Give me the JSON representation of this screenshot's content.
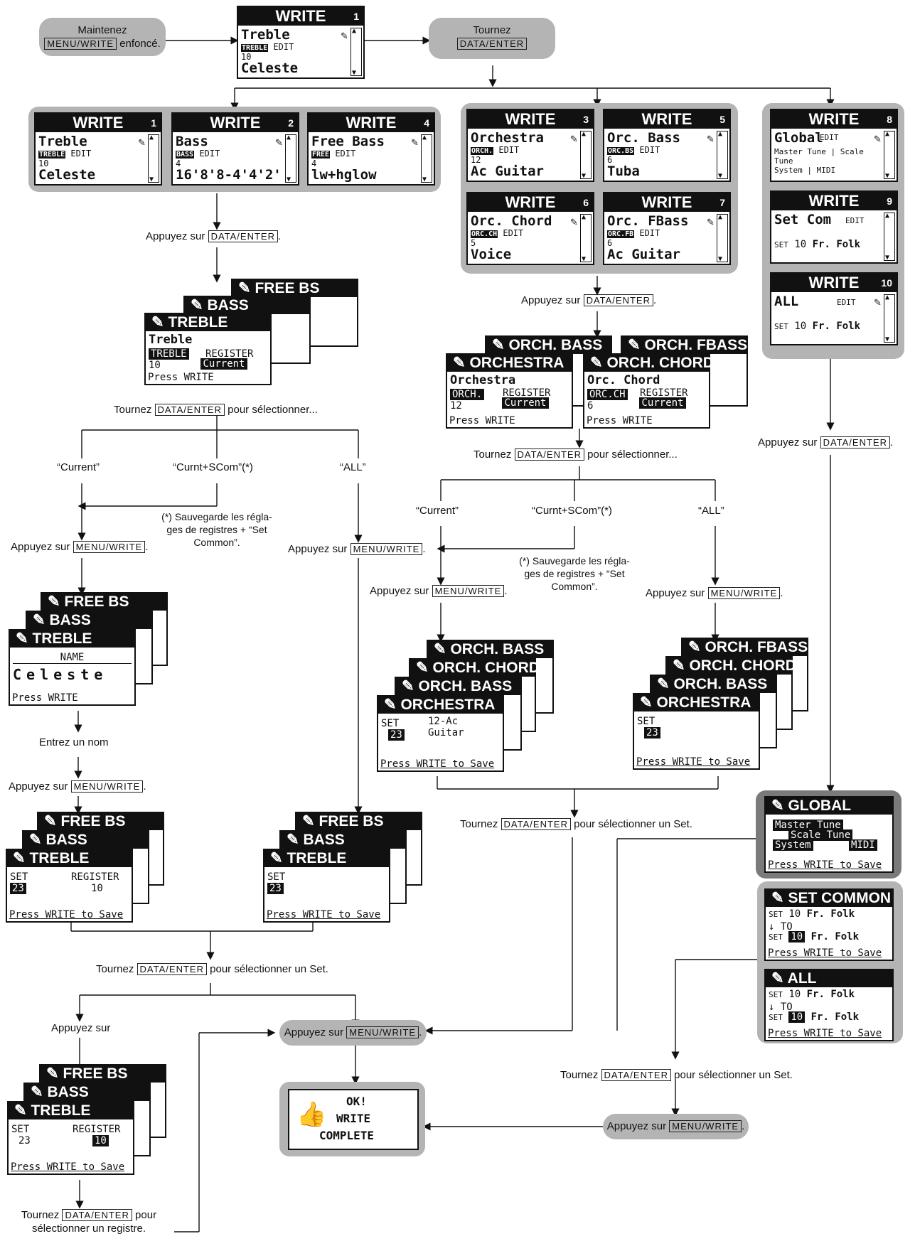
{
  "keys": {
    "menu_write": "MENU/WRITE",
    "data_enter": "DATA/ENTER"
  },
  "start": {
    "line1": "Maintenez",
    "line2_suffix": "enfoncé."
  },
  "turn_top": {
    "line1": "Tournez"
  },
  "write_screen_1": {
    "title": "WRITE",
    "num": "1",
    "name": "Treble",
    "tag": "TREBLE",
    "tag_num": "10",
    "edit": "EDIT",
    "sound": "Celeste"
  },
  "write_screens_left": [
    {
      "title": "WRITE",
      "num": "1",
      "name": "Treble",
      "tag": "TREBLE",
      "tag_num": "10",
      "edit": "EDIT",
      "sound": "Celeste"
    },
    {
      "title": "WRITE",
      "num": "2",
      "name": "Bass",
      "tag": "BASS",
      "tag_num": "4",
      "edit": "EDIT",
      "sound": "16'8'8-4'4'2'"
    },
    {
      "title": "WRITE",
      "num": "4",
      "name": "Free Bass",
      "tag": "FREE",
      "tag_num": "4",
      "edit": "EDIT",
      "sound": "lw+hglow"
    }
  ],
  "write_screens_mid": [
    {
      "title": "WRITE",
      "num": "3",
      "name": "Orchestra",
      "tag": "ORCH.",
      "tag_num": "12",
      "edit": "EDIT",
      "sound": "Ac Guitar"
    },
    {
      "title": "WRITE",
      "num": "5",
      "name": "Orc. Bass",
      "tag": "ORC.BS",
      "tag_num": "6",
      "edit": "EDIT",
      "sound": "Tuba"
    },
    {
      "title": "WRITE",
      "num": "6",
      "name": "Orc. Chord",
      "tag": "ORC.CH",
      "tag_num": "5",
      "edit": "EDIT",
      "sound": "Voice"
    },
    {
      "title": "WRITE",
      "num": "7",
      "name": "Orc. FBass",
      "tag": "ORC.FB",
      "tag_num": "6",
      "edit": "EDIT",
      "sound": "Ac Guitar"
    }
  ],
  "write_screens_right": [
    {
      "title": "WRITE",
      "num": "8",
      "name": "Global",
      "edit": "EDIT",
      "opts": [
        "Master Tune",
        "Scale Tune",
        "System",
        "MIDI"
      ]
    },
    {
      "title": "WRITE",
      "num": "9",
      "name": "Set Com",
      "edit": "EDIT",
      "set_label": "SET",
      "set_value": "10",
      "set_name": "Fr. Folk"
    },
    {
      "title": "WRITE",
      "num": "10",
      "name": "ALL",
      "edit": "EDIT",
      "set_label": "SET",
      "set_value": "10",
      "set_name": "Fr. Folk"
    }
  ],
  "labels": {
    "press": "Appuyez sur",
    "turn": "Tournez",
    "select": "pour sélectionner...",
    "select_set": "pour sélectionner un Set.",
    "select_reg_1": "pour",
    "select_reg_2": "sélectionner un registre.",
    "enter_name": "Entrez un nom",
    "opt_current": "“Current”",
    "opt_curnt": "“Curnt+SCom”(*)",
    "opt_all": "“ALL”",
    "note_1": "(*) Sauvegarde les régla-",
    "note_2": "ges de registres + “Set",
    "note_3": "Common”."
  },
  "left_stack": {
    "titles": [
      "FREE BS",
      "BASS",
      "TREBLE"
    ],
    "name": "Treble",
    "tag": "TREBLE",
    "tag_num": "10",
    "register": "REGISTER",
    "current": "Current",
    "press": "Press WRITE"
  },
  "mid_stack": {
    "titles": [
      "ORCH. BASS",
      "ORCH. FBASS",
      "ORCHESTRA",
      "ORCH. CHORD"
    ],
    "name1": "Orchestra",
    "tag1": "ORCH.",
    "tag1_num": "12",
    "name2": "Orc. Chord",
    "tag2": "ORC.CH",
    "tag2_num": "6",
    "register": "REGISTER",
    "current": "Current",
    "press": "Press WRITE"
  },
  "name_stack": {
    "titles": [
      "FREE BS",
      "BASS",
      "TREBLE"
    ],
    "name_label": "NAME",
    "name_value": "Celeste",
    "press": "Press WRITE"
  },
  "set_stack_a": {
    "titles": [
      "FREE BS",
      "BASS",
      "TREBLE"
    ],
    "set": "SET",
    "set_value": "23",
    "register": "REGISTER",
    "reg_value": "10",
    "press": "Press WRITE to Save"
  },
  "set_stack_b": {
    "titles": [
      "FREE BS",
      "BASS",
      "TREBLE"
    ],
    "set": "SET",
    "set_value": "23",
    "press": "Press WRITE to Save"
  },
  "set_stack_c": {
    "titles": [
      "FREE BS",
      "BASS",
      "TREBLE"
    ],
    "set": "SET",
    "set_value": "23",
    "register": "REGISTER",
    "reg_value": "10",
    "press": "Press WRITE to Save"
  },
  "orch_stack_a": {
    "titles": [
      "ORCH. BASS",
      "ORCH. CHORD",
      "ORCH. BASS",
      "ORCHESTRA"
    ],
    "set": "SET",
    "set_value": "23",
    "sound": "12-Ac Guitar",
    "press": "Press WRITE to Save"
  },
  "orch_stack_b": {
    "titles": [
      "ORCH. FBASS",
      "ORCH. CHORD",
      "ORCH. BASS",
      "ORCHESTRA"
    ],
    "set": "SET",
    "set_value": "23",
    "press": "Press WRITE to Save"
  },
  "global_screen": {
    "title": "GLOBAL",
    "opts": [
      "Master Tune",
      "Scale Tune",
      "System",
      "MIDI"
    ],
    "press": "Press WRITE to Save"
  },
  "setcommon_screen": {
    "title": "SET COMMON",
    "set_label": "SET",
    "set_from": "10",
    "set_name": "Fr. Folk",
    "to": "TO",
    "set_to": "10",
    "press": "Press WRITE to Save"
  },
  "all_screen": {
    "title": "ALL",
    "set_label": "SET",
    "set_from": "10",
    "set_name": "Fr. Folk",
    "to": "TO",
    "set_to": "10",
    "press": "Press WRITE to Save"
  },
  "ok_screen": {
    "ok": "OK!",
    "line2": "WRITE",
    "line3": "COMPLETE"
  }
}
